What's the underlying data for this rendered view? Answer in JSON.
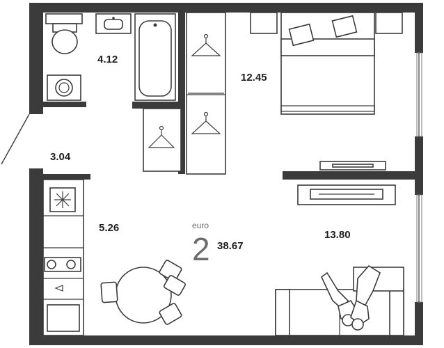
{
  "plan": {
    "finish_label": "euro",
    "room_count": "2",
    "total_area": "38.67",
    "areas": {
      "bathroom": "4.12",
      "hallway": "3.04",
      "kitchen": "5.26",
      "bedroom": "12.45",
      "living": "13.80"
    }
  }
}
